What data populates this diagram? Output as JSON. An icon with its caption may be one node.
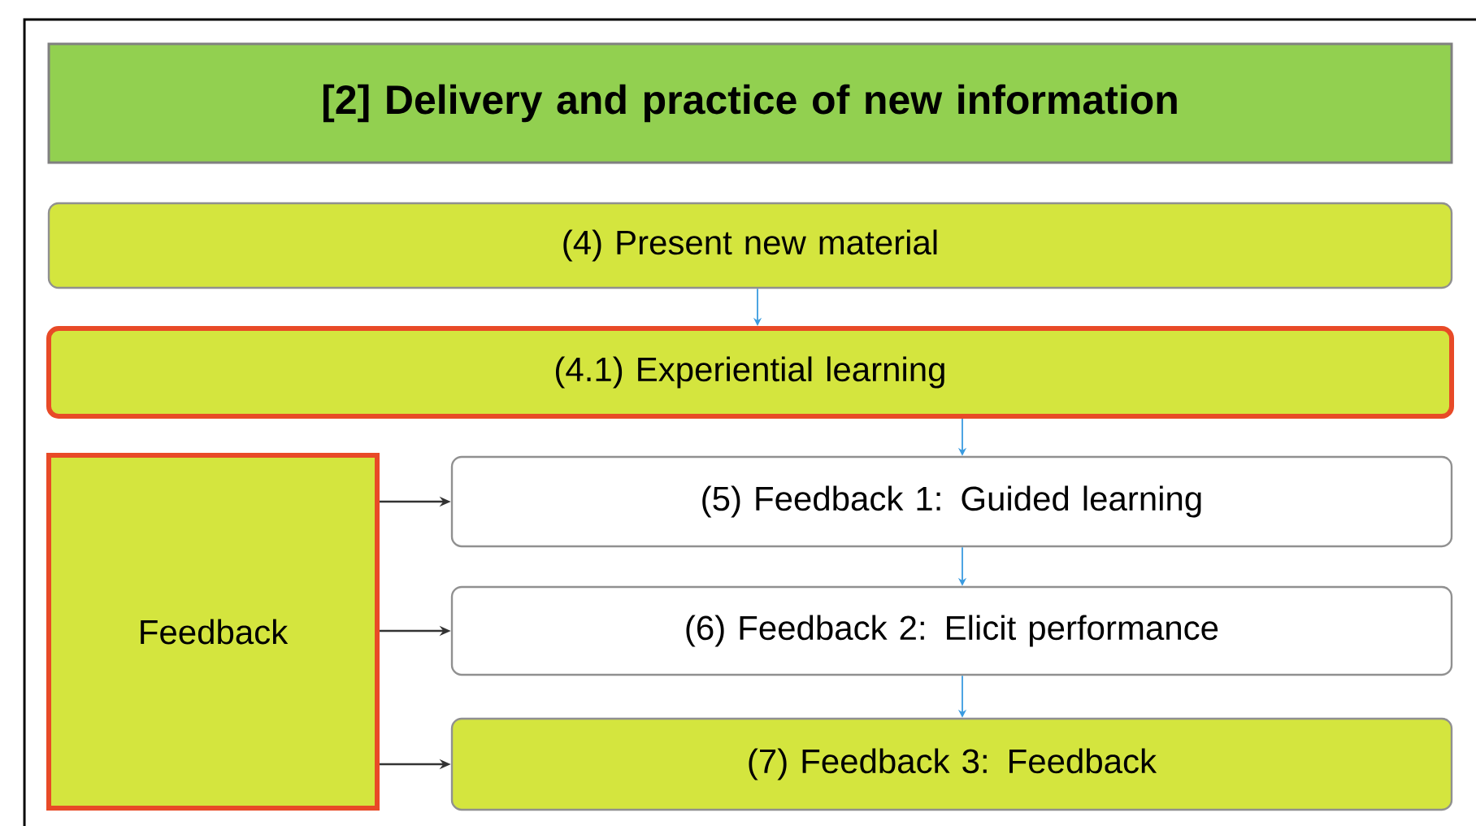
{
  "diagram": {
    "nodes": [
      {
        "text": [
          "[2] Delivery and practice of new information"
        ]
      },
      {
        "text": [
          "(4) Present new material"
        ]
      },
      {
        "text": [
          "(4.1) Experiential learning"
        ]
      },
      {
        "text": [
          "Feedback"
        ]
      },
      {
        "text": [
          "(5) Feedback 1: Guided learning"
        ]
      },
      {
        "text": [
          "(6) Feedback 2: Elicit performance"
        ]
      },
      {
        "text": [
          "(7) Feedback 3: Feedback"
        ]
      }
    ],
    "edges": [
      {
        "from": 1,
        "to": 2,
        "arrow": "to"
      },
      {
        "from": 2,
        "to": 4,
        "arrow": "to"
      },
      {
        "from": 4,
        "to": 5,
        "arrow": "to"
      },
      {
        "from": 5,
        "to": 6,
        "arrow": "to"
      },
      {
        "from": 3,
        "to": 4,
        "arrow": "to",
        "color": "#333333"
      },
      {
        "from": 3,
        "to": 5,
        "arrow": "to",
        "color": "#333333"
      },
      {
        "from": 3,
        "to": 6,
        "arrow": "to",
        "color": "#333333"
      }
    ]
  }
}
